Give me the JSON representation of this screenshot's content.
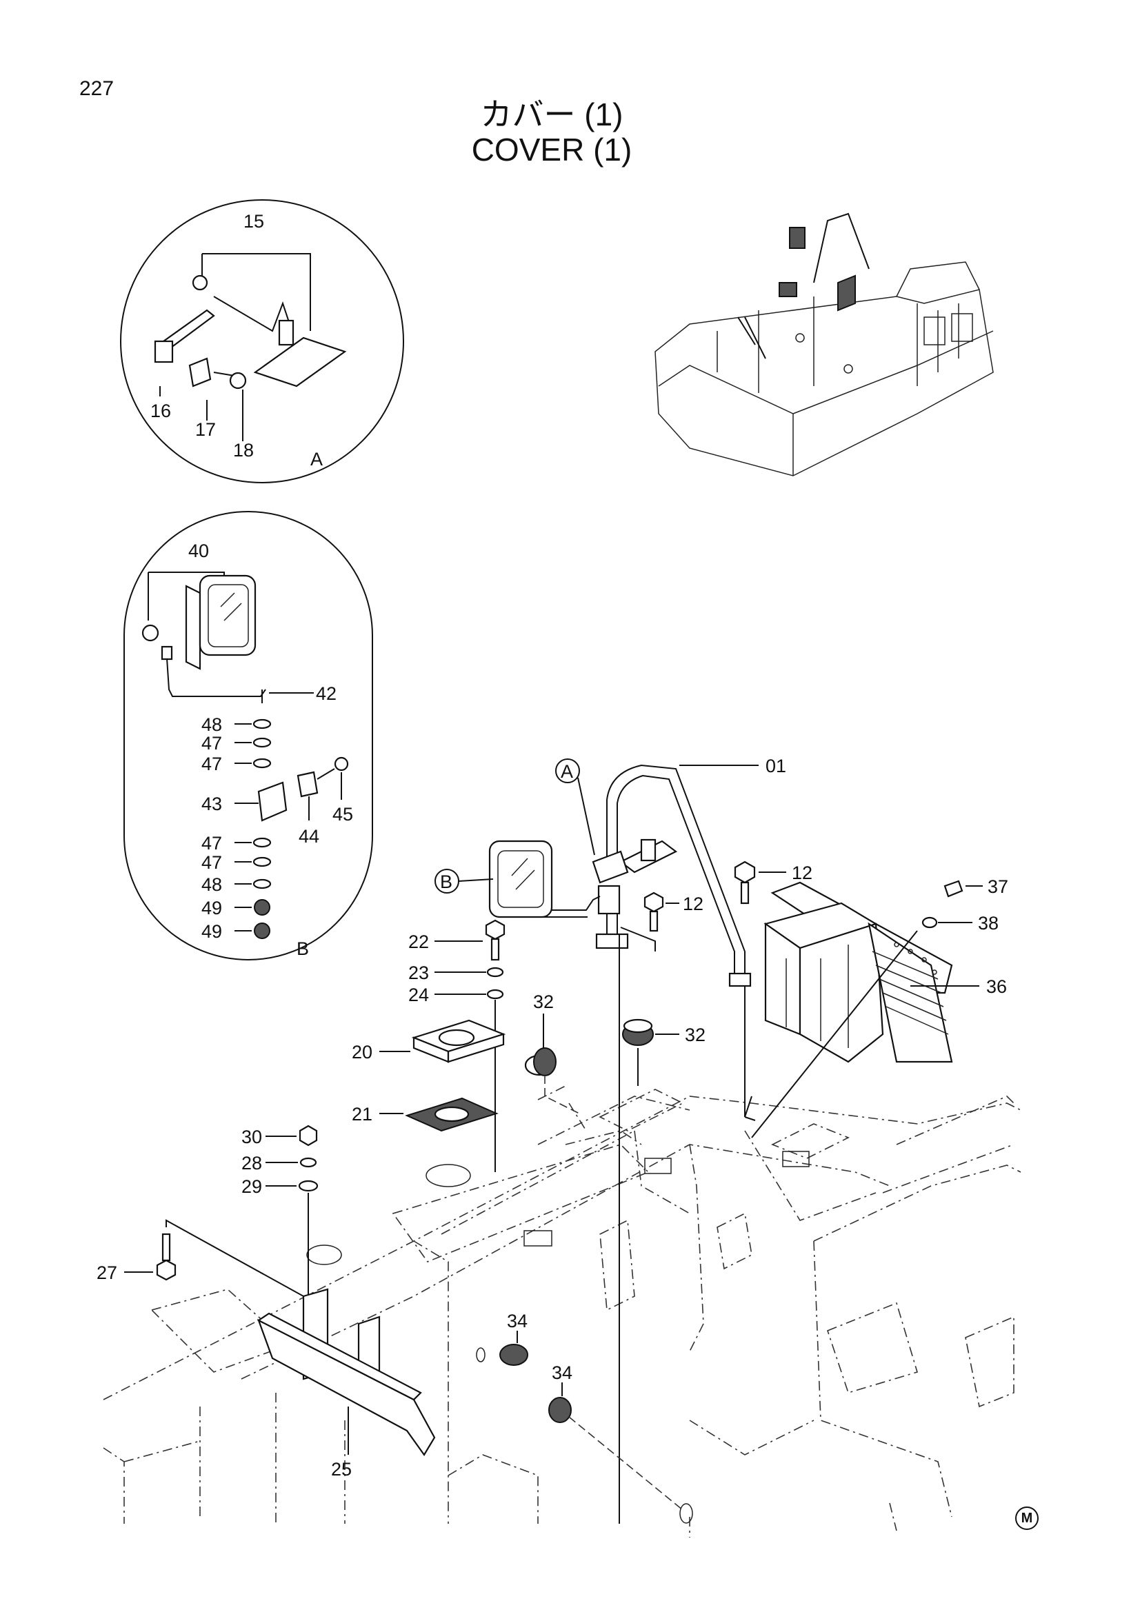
{
  "page_number": "227",
  "title_jp": "カバー (1)",
  "title_en": "COVER (1)",
  "detail_a": {
    "label": "A",
    "parts": [
      "15",
      "16",
      "17",
      "18"
    ]
  },
  "detail_b": {
    "label": "B",
    "parts": [
      "40",
      "42",
      "48",
      "47",
      "47",
      "43",
      "44",
      "45",
      "47",
      "47",
      "48",
      "49",
      "49"
    ]
  },
  "main": {
    "callout_a": "A",
    "callout_b": "B",
    "parts": [
      "01",
      "12",
      "12",
      "37",
      "38",
      "36",
      "22",
      "23",
      "24",
      "32",
      "32",
      "20",
      "21",
      "30",
      "28",
      "29",
      "27",
      "25",
      "34",
      "34"
    ]
  },
  "corner_mark": "M"
}
